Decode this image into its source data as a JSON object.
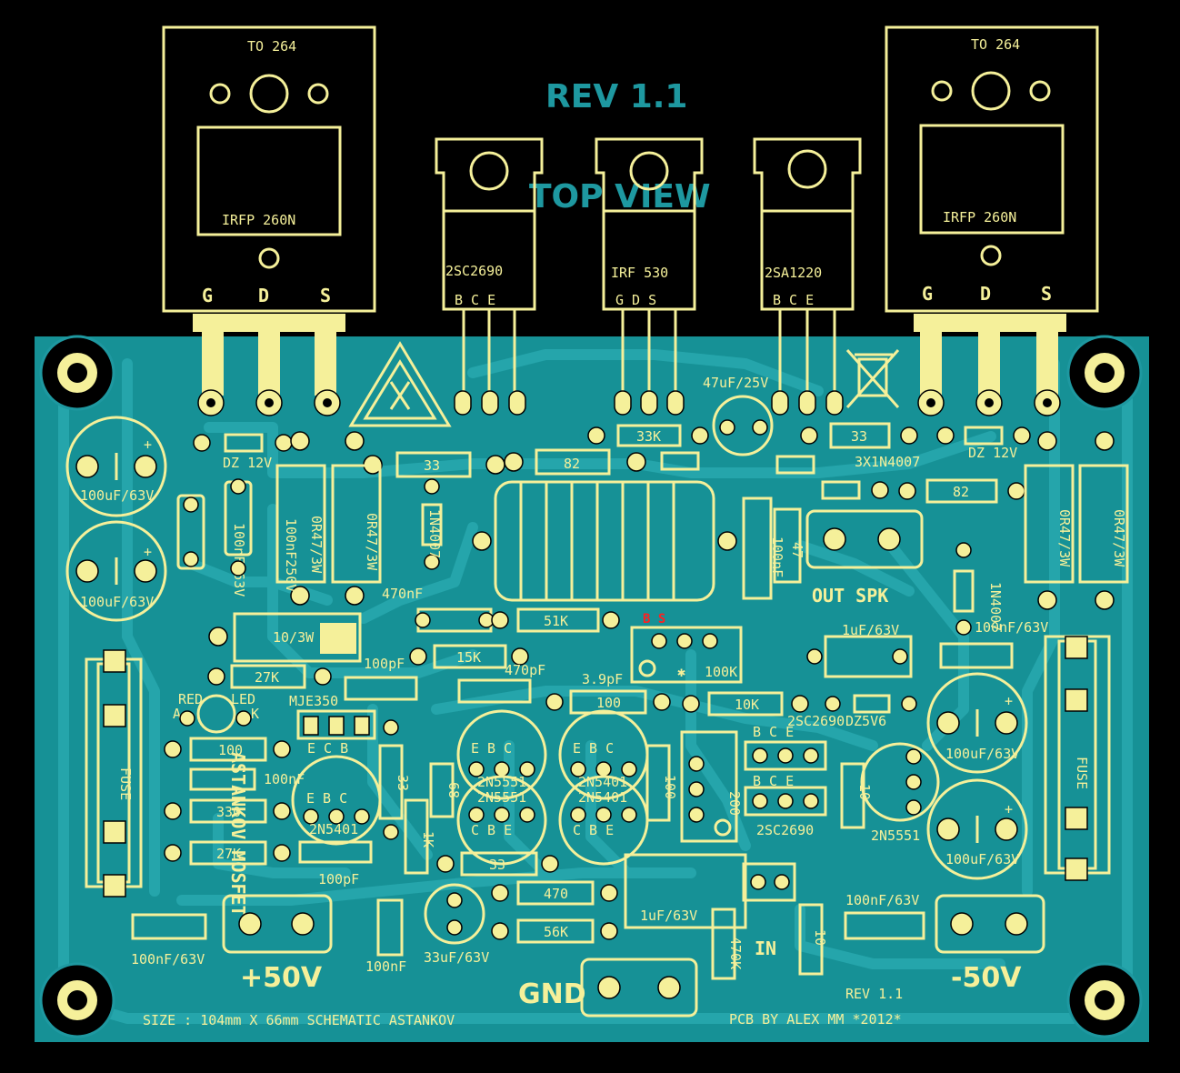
{
  "header": {
    "rev_top": "REV 1.1",
    "view": "TOP VIEW"
  },
  "components": {
    "left_mosfet": {
      "package": "TO 264",
      "part": "IRFP 260N",
      "pins": [
        "G",
        "D",
        "S"
      ]
    },
    "right_mosfet": {
      "package": "TO 264",
      "part": "IRFP 260N",
      "pins": [
        "G",
        "D",
        "S"
      ]
    },
    "q_2sc2690": {
      "part": "2SC2690",
      "pins": "B C E"
    },
    "q_irf530": {
      "part": "IRF 530",
      "pins": "G D S"
    },
    "q_2sa1220": {
      "part": "2SA1220",
      "pins": "B C E"
    }
  },
  "labels": {
    "r_33_top_left": "33",
    "r_82_top": "82",
    "r_33k": "33K",
    "c_47uf": "47uF/25V",
    "r_33_top_right": "33",
    "d_3x1n4007": "3X1N4007",
    "dz_left": "DZ 12V",
    "dz_right": "DZ 12V",
    "r_82_right": "82",
    "c_100uf_1": "100uF/63V",
    "c_100uf_2": "100uF/63V",
    "c_100nf_63_v": "100nF/63V",
    "c_100nf_250_v": "100nF250V",
    "r_0r47_1": "0R47/3W",
    "r_0r47_2": "0R47/3W",
    "r_0r47_3": "0R47/3W",
    "r_0r47_4": "0R47/3W",
    "d_1n4007_left": "1N4007",
    "d_1n4007_right": "1N4007",
    "c_100nf_vert": "100nF",
    "r_47": "47",
    "out_spk": "OUT SPK",
    "c_470nf": "470nF",
    "r_51k": "51K",
    "bse": "B  S",
    "r_10_3w": "10/3W",
    "c_1uf_right": "1uF/63V",
    "c_100nf_right_mid": "100nF/63V",
    "c_100pf_left": "100pF",
    "r_15k": "15K",
    "c_470pf": "470pF",
    "pot_100k": "100K",
    "r_27k_1": "27K",
    "c_3_9pf": "3.9pF",
    "r_100_mid": "100",
    "r_10k": "10K",
    "q_2sc2690_small": "2SC2690",
    "dz_5v6": "DZ5V6",
    "led_red": "RED",
    "led_led": "LED",
    "led_a": "A",
    "led_k": "K",
    "mje350": "MJE350",
    "ecb": "E   C   B",
    "r_100_left": "100",
    "c_100nf_left": "100nF",
    "r_330": "330",
    "r_27k_2": "27K",
    "q_2n5401_left": "2N5401",
    "c_100pf_bottom": "100pF",
    "r_33_vert": "33",
    "r_68": "68",
    "r_1k": "1K",
    "q_2n5551_a": "2N5551",
    "q_2n5551_b": "2N5551",
    "q_2n5401_a": "2N5401",
    "q_2n5401_b": "2N5401",
    "r_33_bottom": "33",
    "r_100_vert": "100",
    "pot_200": "200",
    "q_2sc2690_b": "2SC2690",
    "r_10_vert": "10",
    "q_2n5551_right": "2N5551",
    "c_100uf_3": "100uF/63V",
    "c_100uf_4": "100uF/63V",
    "r_470": "470",
    "r_56k": "56K",
    "c_1uf_bottom": "1uF/63V",
    "r_470k": "470K",
    "r_10_bottom": "10",
    "c_100nf_bottom_right": "100nF/63V",
    "c_100nf_bottom_left": "100nF/63V",
    "c_100nf_bottom_mid": "100nF",
    "c_33uf": "33uF/63V",
    "fuse_left": "FUSE",
    "fuse_right": "FUSE",
    "in": "IN",
    "plus50": "+50V",
    "minus50": "-50V",
    "gnd": "GND",
    "astankov": "ASTANKOV MOSFET",
    "size": "SIZE : 104mm X 66mm  SCHEMATIC  ASTANKOV",
    "rev_bottom": "REV 1.1",
    "pcb_by": "PCB BY ALEX MM *2012*"
  },
  "colors": {
    "board": "#169196",
    "silk": "#f5f09a",
    "trace": "#25a5ab",
    "background": "#000000",
    "title": "#1e98a0"
  }
}
